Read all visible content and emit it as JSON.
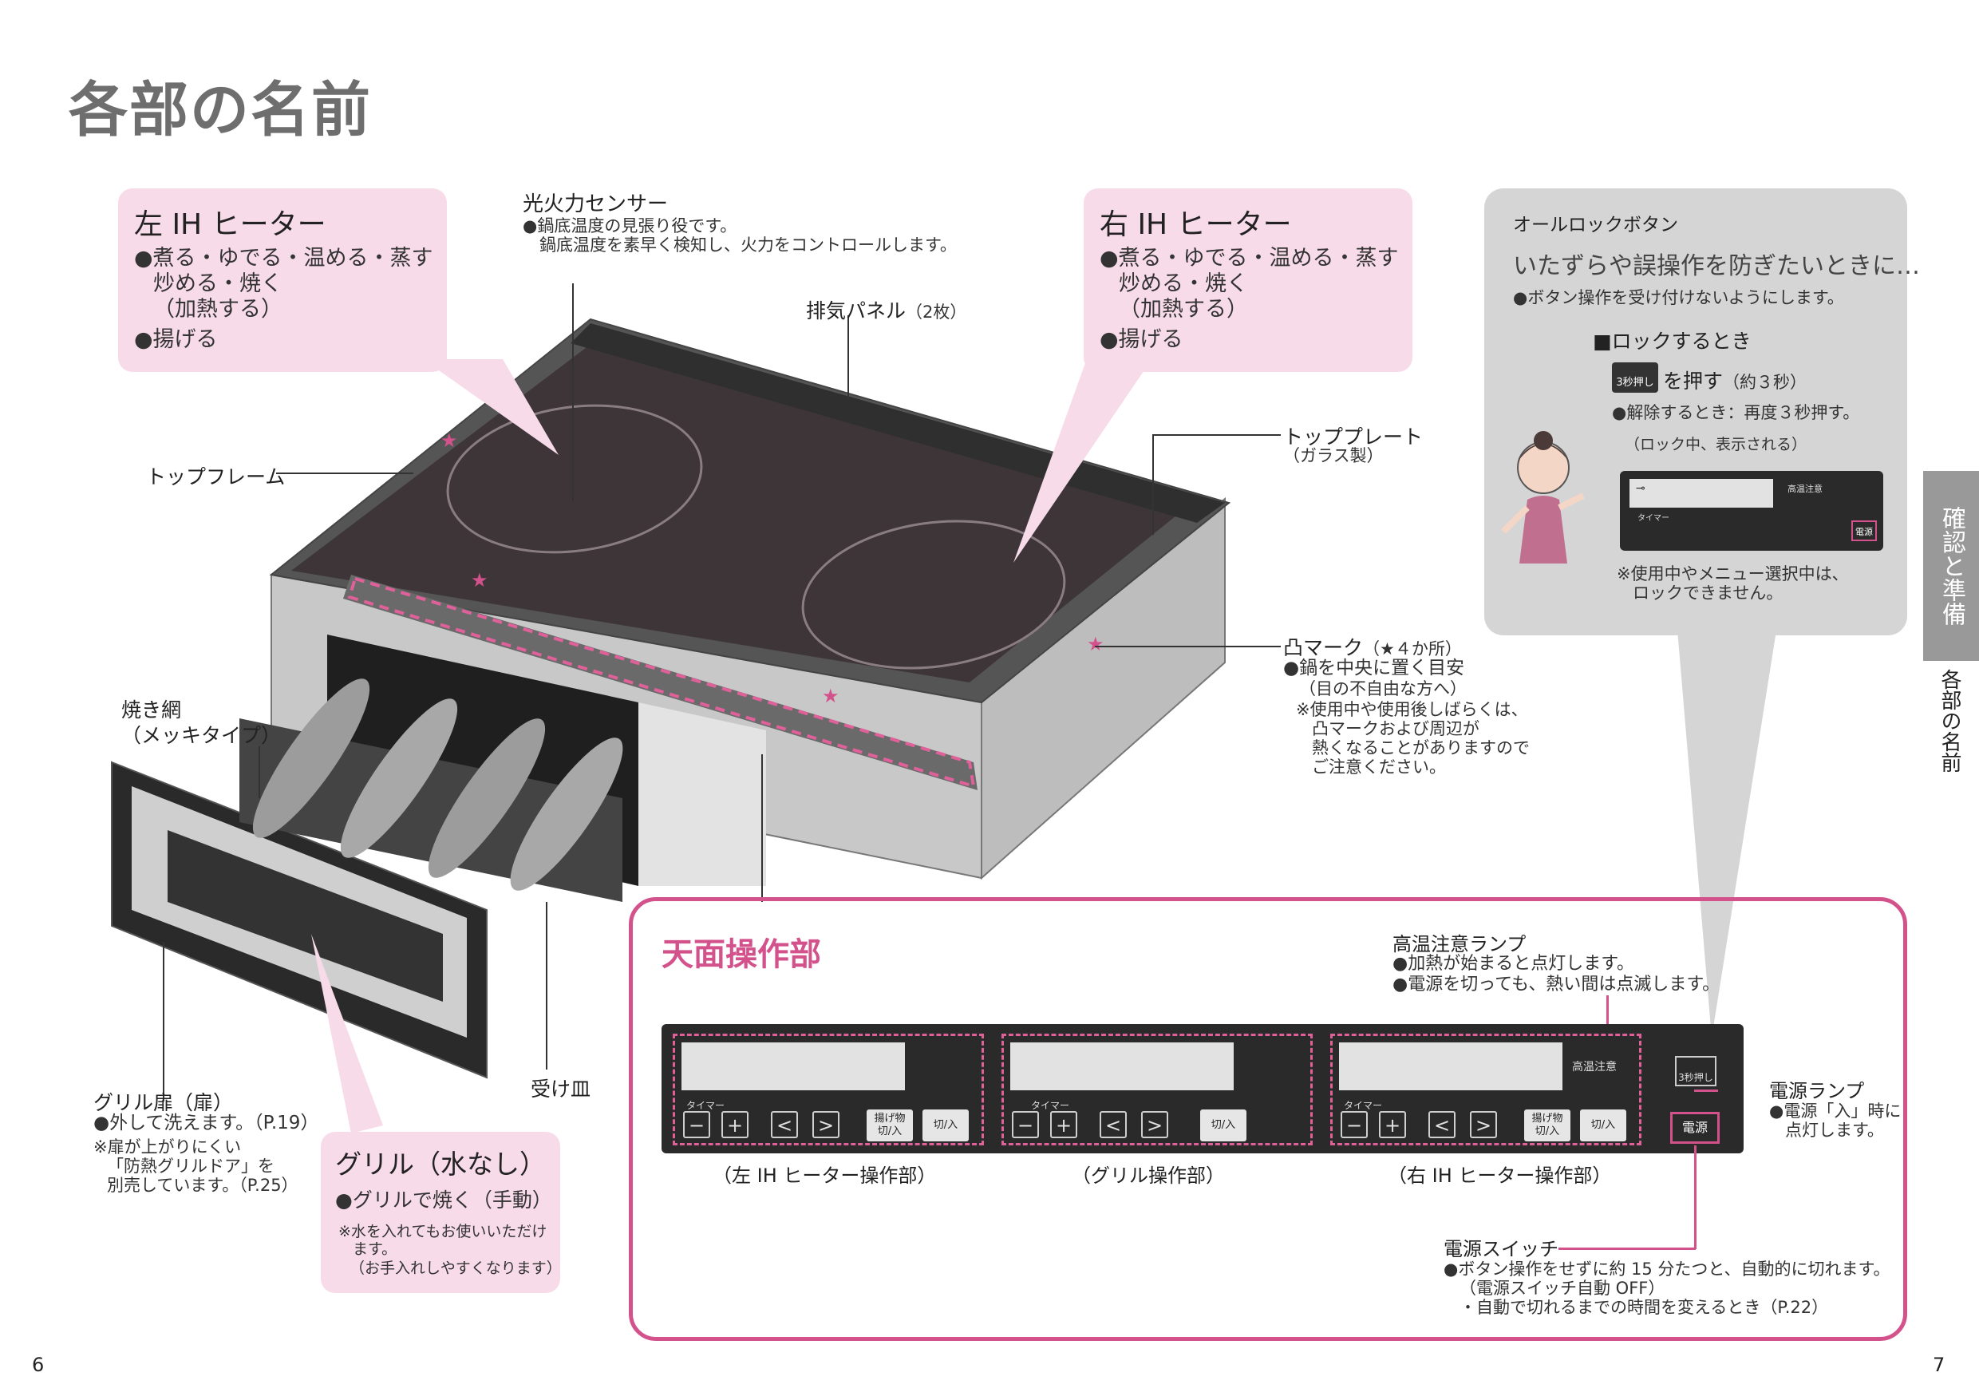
{
  "page": {
    "title": "各部の名前",
    "page_left": "6",
    "page_right": "7",
    "side_tab_active": "確認と準備",
    "side_tab_sub": "各部の名前"
  },
  "left_heater": {
    "title": "左 IH ヒーター",
    "lines": [
      "●煮る・ゆでる・温める・蒸す",
      "炒める・焼く",
      "（加熱する）",
      "●揚げる"
    ]
  },
  "right_heater": {
    "title": "右 IH ヒーター",
    "lines": [
      "●煮る・ゆでる・温める・蒸す",
      "炒める・焼く",
      "（加熱する）",
      "●揚げる"
    ]
  },
  "sensor": {
    "label": "光火力センサー",
    "lines": [
      "●鍋底温度の見張り役です。",
      "鍋底温度を素早く検知し、火力をコントロールします。"
    ]
  },
  "exhaust": {
    "label": "排気パネル",
    "note": "（2枚）"
  },
  "top_plate": {
    "label": "トッププレート",
    "note": "（ガラス製）"
  },
  "top_frame": {
    "label": "トップフレーム"
  },
  "convex": {
    "label": "凸マーク",
    "note": "（★４か所）",
    "lines": [
      "●鍋を中央に置く目安",
      "（目の不自由な方へ）",
      "※使用中や使用後しばらくは、",
      "凸マークおよび周辺が",
      "熱くなることがありますので",
      "ご注意ください。"
    ]
  },
  "grill_net": {
    "lines": [
      "焼き網",
      "（メッキタイプ）"
    ]
  },
  "tray": {
    "label": "受け皿"
  },
  "grill_door": {
    "label": "グリル扉（扉）",
    "lines": [
      "●外して洗えます。（P.19）",
      "※扉が上がりにくい",
      "「防熱グリルドア」を",
      "別売しています。（P.25）"
    ]
  },
  "grill": {
    "title": "グリル（水なし）",
    "lines": [
      "●グリルで焼く（手動）",
      "※水を入れてもお使いいただけ",
      "ます。",
      "（お手入れしやすくなります）"
    ]
  },
  "lock": {
    "label": "オールロックボタン",
    "headline": "いたずらや誤操作を防ぎたいときに…",
    "line1": "●ボタン操作を受け付けないようにします。",
    "sub_title": "■ロックするとき",
    "key_label": "3秒押し",
    "push": "を押す",
    "push_note": "（約３秒）",
    "release": "●解除するとき：再度３秒押す。",
    "lock_display": "（ロック中、表示される）",
    "note1": "※使用中やメニュー選択中は、",
    "note2": "ロックできません。",
    "mini_high_temp": "高温注意",
    "mini_timer": "タイマー",
    "mini_power": "電源"
  },
  "control": {
    "title": "天面操作部",
    "high_temp_lamp": "高温注意ランプ",
    "high_temp_lines": [
      "●加熱が始まると点灯します。",
      "●電源を切っても、熱い間は点滅します。"
    ],
    "high_temp_label": "高温注意",
    "timer": "タイマー",
    "agemono": "揚げ物\n切/入",
    "onoff": "切/入",
    "lock_key": "3秒押し",
    "power_btn": "電源",
    "power_lamp": "電源ランプ",
    "power_lamp_lines": [
      "●電源「入」時に",
      "点灯します。"
    ],
    "caption_left": "（左 IH ヒーター操作部）",
    "caption_grill": "（グリル操作部）",
    "caption_right": "（右 IH ヒーター操作部）",
    "power_switch": "電源スイッチ",
    "power_switch_lines": [
      "●ボタン操作をせずに約 15 分たつと、自動的に切れます。",
      "（電源スイッチ自動 OFF）",
      "・自動で切れるまでの時間を変えるとき（P.22）"
    ]
  },
  "colors": {
    "pink": "#d3528c",
    "pink_bg": "#f8dbe8",
    "gray_box": "#d5d5d5",
    "title_gray": "#6e6e6e"
  }
}
